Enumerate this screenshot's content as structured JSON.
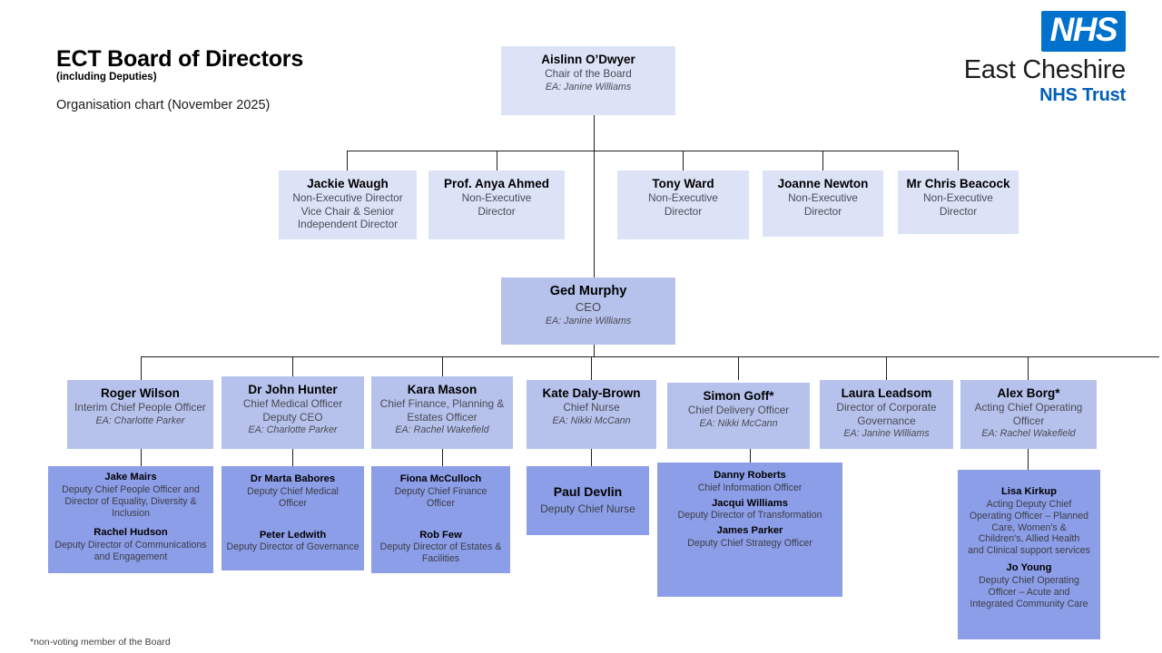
{
  "header": {
    "title": "ECT Board of Directors",
    "subtitle": "(including Deputies)",
    "org_line": "Organisation chart (November 2025)"
  },
  "logo": {
    "nhs": "NHS",
    "trust_name": "East Cheshire",
    "trust_sub": "NHS Trust",
    "brand_blue": "#0072CE",
    "text_blue": "#005EB8"
  },
  "footnote": "*non-voting member of the Board",
  "colors": {
    "level_light": "#DCE3F7",
    "level_mid": "#B6C2EC",
    "level_deep": "#8C9EE8",
    "connector": "#1f1f1f"
  },
  "chair": {
    "name": "Aislinn O’Dwyer",
    "role": "Chair of the Board",
    "ea": "EA: Janine Williams"
  },
  "non_executives": [
    {
      "name": "Jackie Waugh",
      "role": "Non-Executive Director\nVice Chair & Senior\nIndependent Director"
    },
    {
      "name": "Prof. Anya Ahmed",
      "role": "Non-Executive\nDirector"
    },
    {
      "name": "Tony Ward",
      "role": "Non-Executive\nDirector"
    },
    {
      "name": "Joanne Newton",
      "role": "Non-Executive\nDirector"
    },
    {
      "name": "Mr Chris Beacock",
      "role": "Non-Executive\nDirector"
    }
  ],
  "ceo": {
    "name": "Ged Murphy",
    "role": "CEO",
    "ea": "EA: Janine Williams"
  },
  "executives": [
    {
      "name": "Roger Wilson",
      "role": "Interim Chief People Officer",
      "ea": "EA: Charlotte Parker"
    },
    {
      "name": "Dr John Hunter",
      "role": "Chief Medical Officer\nDeputy CEO",
      "ea": "EA: Charlotte Parker"
    },
    {
      "name": "Kara Mason",
      "role": "Chief Finance, Planning &\nEstates Officer",
      "ea": "EA: Rachel Wakefield"
    },
    {
      "name": "Kate Daly-Brown",
      "role": "Chief Nurse",
      "ea": "EA: Nikki McCann"
    },
    {
      "name": "Simon Goff*",
      "role": "Chief Delivery Officer",
      "ea": "EA: Nikki McCann"
    },
    {
      "name": "Laura Leadsom",
      "role": "Director of Corporate\nGovernance",
      "ea": "EA: Janine Williams"
    },
    {
      "name": "Alex Borg*",
      "role": "Acting Chief Operating\nOfficer",
      "ea": "EA: Rachel Wakefield"
    }
  ],
  "deputies": [
    {
      "under": "Roger Wilson",
      "people": [
        {
          "name": "Jake Mairs",
          "role": "Deputy Chief People Officer and\nDirector of Equality, Diversity  &\nInclusion"
        },
        {
          "name": "Rachel Hudson",
          "role": "Deputy Director of Communications\nand Engagement"
        }
      ]
    },
    {
      "under": "Dr John Hunter",
      "people": [
        {
          "name": "Dr Marta Babores",
          "role": "Deputy Chief Medical\nOfficer"
        },
        {
          "name": "Peter Ledwith",
          "role": "Deputy Director of Governance"
        }
      ]
    },
    {
      "under": "Kara Mason",
      "people": [
        {
          "name": "Fiona McCulloch",
          "role": "Deputy Chief Finance\nOfficer"
        },
        {
          "name": "Rob Few",
          "role": "Deputy Director of Estates &\nFacilities"
        }
      ]
    },
    {
      "under": "Kate Daly-Brown",
      "people": [
        {
          "name": "Paul Devlin",
          "role": "Deputy Chief Nurse"
        }
      ]
    },
    {
      "under": "Simon Goff*",
      "people": [
        {
          "name": "Danny Roberts",
          "role": "Chief Information Officer"
        },
        {
          "name": "Jacqui Williams",
          "role": "Deputy Director of Transformation"
        },
        {
          "name": "James Parker",
          "role": "Deputy Chief Strategy Officer"
        }
      ]
    },
    {
      "under": "Alex Borg*",
      "people": [
        {
          "name": "Lisa Kirkup",
          "role": "Acting Deputy Chief\nOperating Officer – Planned\nCare, Women's &\nChildren's, Allied Health\nand Clinical support services"
        },
        {
          "name": "Jo Young",
          "role": "Deputy Chief Operating\nOfficer – Acute and\nIntegrated Community Care"
        }
      ]
    }
  ]
}
